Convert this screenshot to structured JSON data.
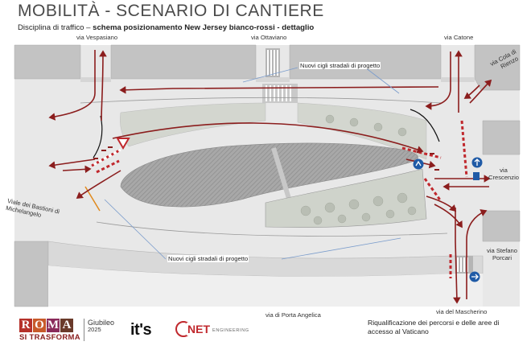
{
  "header": {
    "title": "MOBILITÀ - SCENARIO DI CANTIERE",
    "subtitle_plain": "Disciplina di traffico – ",
    "subtitle_bold": "schema posizionamento New Jersey bianco-rossi - dettaglio"
  },
  "streets": {
    "vespasiano": "via Vespasiano",
    "ottaviano": "via Ottaviano",
    "catone": "via Catone",
    "cola_di_rienzo_1": "via Cola di",
    "cola_di_rienzo_2": "Rienzo",
    "crescenzio_1": "via",
    "crescenzio_2": "Crescenzio",
    "bastioni_1": "Viale dei Bastioni di",
    "bastioni_2": "Michelangelo",
    "stefano_porcari_1": "via Stefano",
    "stefano_porcari_2": "Porcari",
    "porta_angelica": "via di Porta Angelica",
    "mascherino": "via del Mascherino"
  },
  "callouts": {
    "top": "Nuovi cigli stradali di progetto",
    "bottom": "Nuovi cigli stradali di progetto"
  },
  "caption": {
    "line1": "Riqualificazione dei percorsi e delle aree di",
    "line2": "accesso al Vaticano"
  },
  "logos": {
    "roma_letters": [
      "R",
      "O",
      "M",
      "A"
    ],
    "roma_colors": [
      "#b5312a",
      "#c85a2a",
      "#8a2a5a",
      "#6a3a2a"
    ],
    "roma_sub": "SI TRASFORMA",
    "giubileo": "Giubileo",
    "giubileo_year": "2025",
    "its": "it's",
    "net": "NET",
    "net_sub": "ENGINEERING"
  },
  "colors": {
    "arrow": "#8b1d1d",
    "road": "#e6e6e6",
    "block": "#bdbdbd",
    "island": "#9c9c9c",
    "green": "#d2d6cf",
    "sign_blue": "#1f5aa6"
  }
}
